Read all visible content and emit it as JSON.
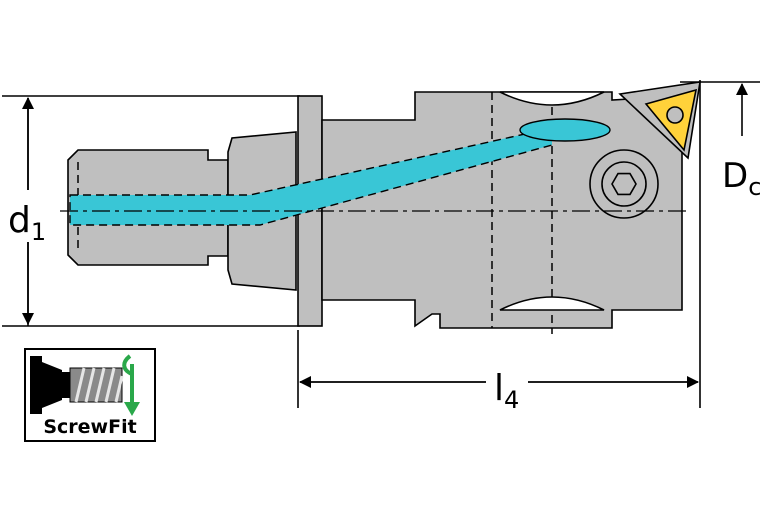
{
  "labels": {
    "d1_main": "d",
    "d1_sub": "1",
    "l4_main": "l",
    "l4_sub": "4",
    "dc_main": "D",
    "dc_sub": "c"
  },
  "badge": {
    "label": "ScrewFit"
  },
  "colors": {
    "body": "#bfbfbf",
    "outline": "#000000",
    "coolant": "#39c6d6",
    "insert": "#ffd23a",
    "arrow_green": "#2aa84a"
  }
}
